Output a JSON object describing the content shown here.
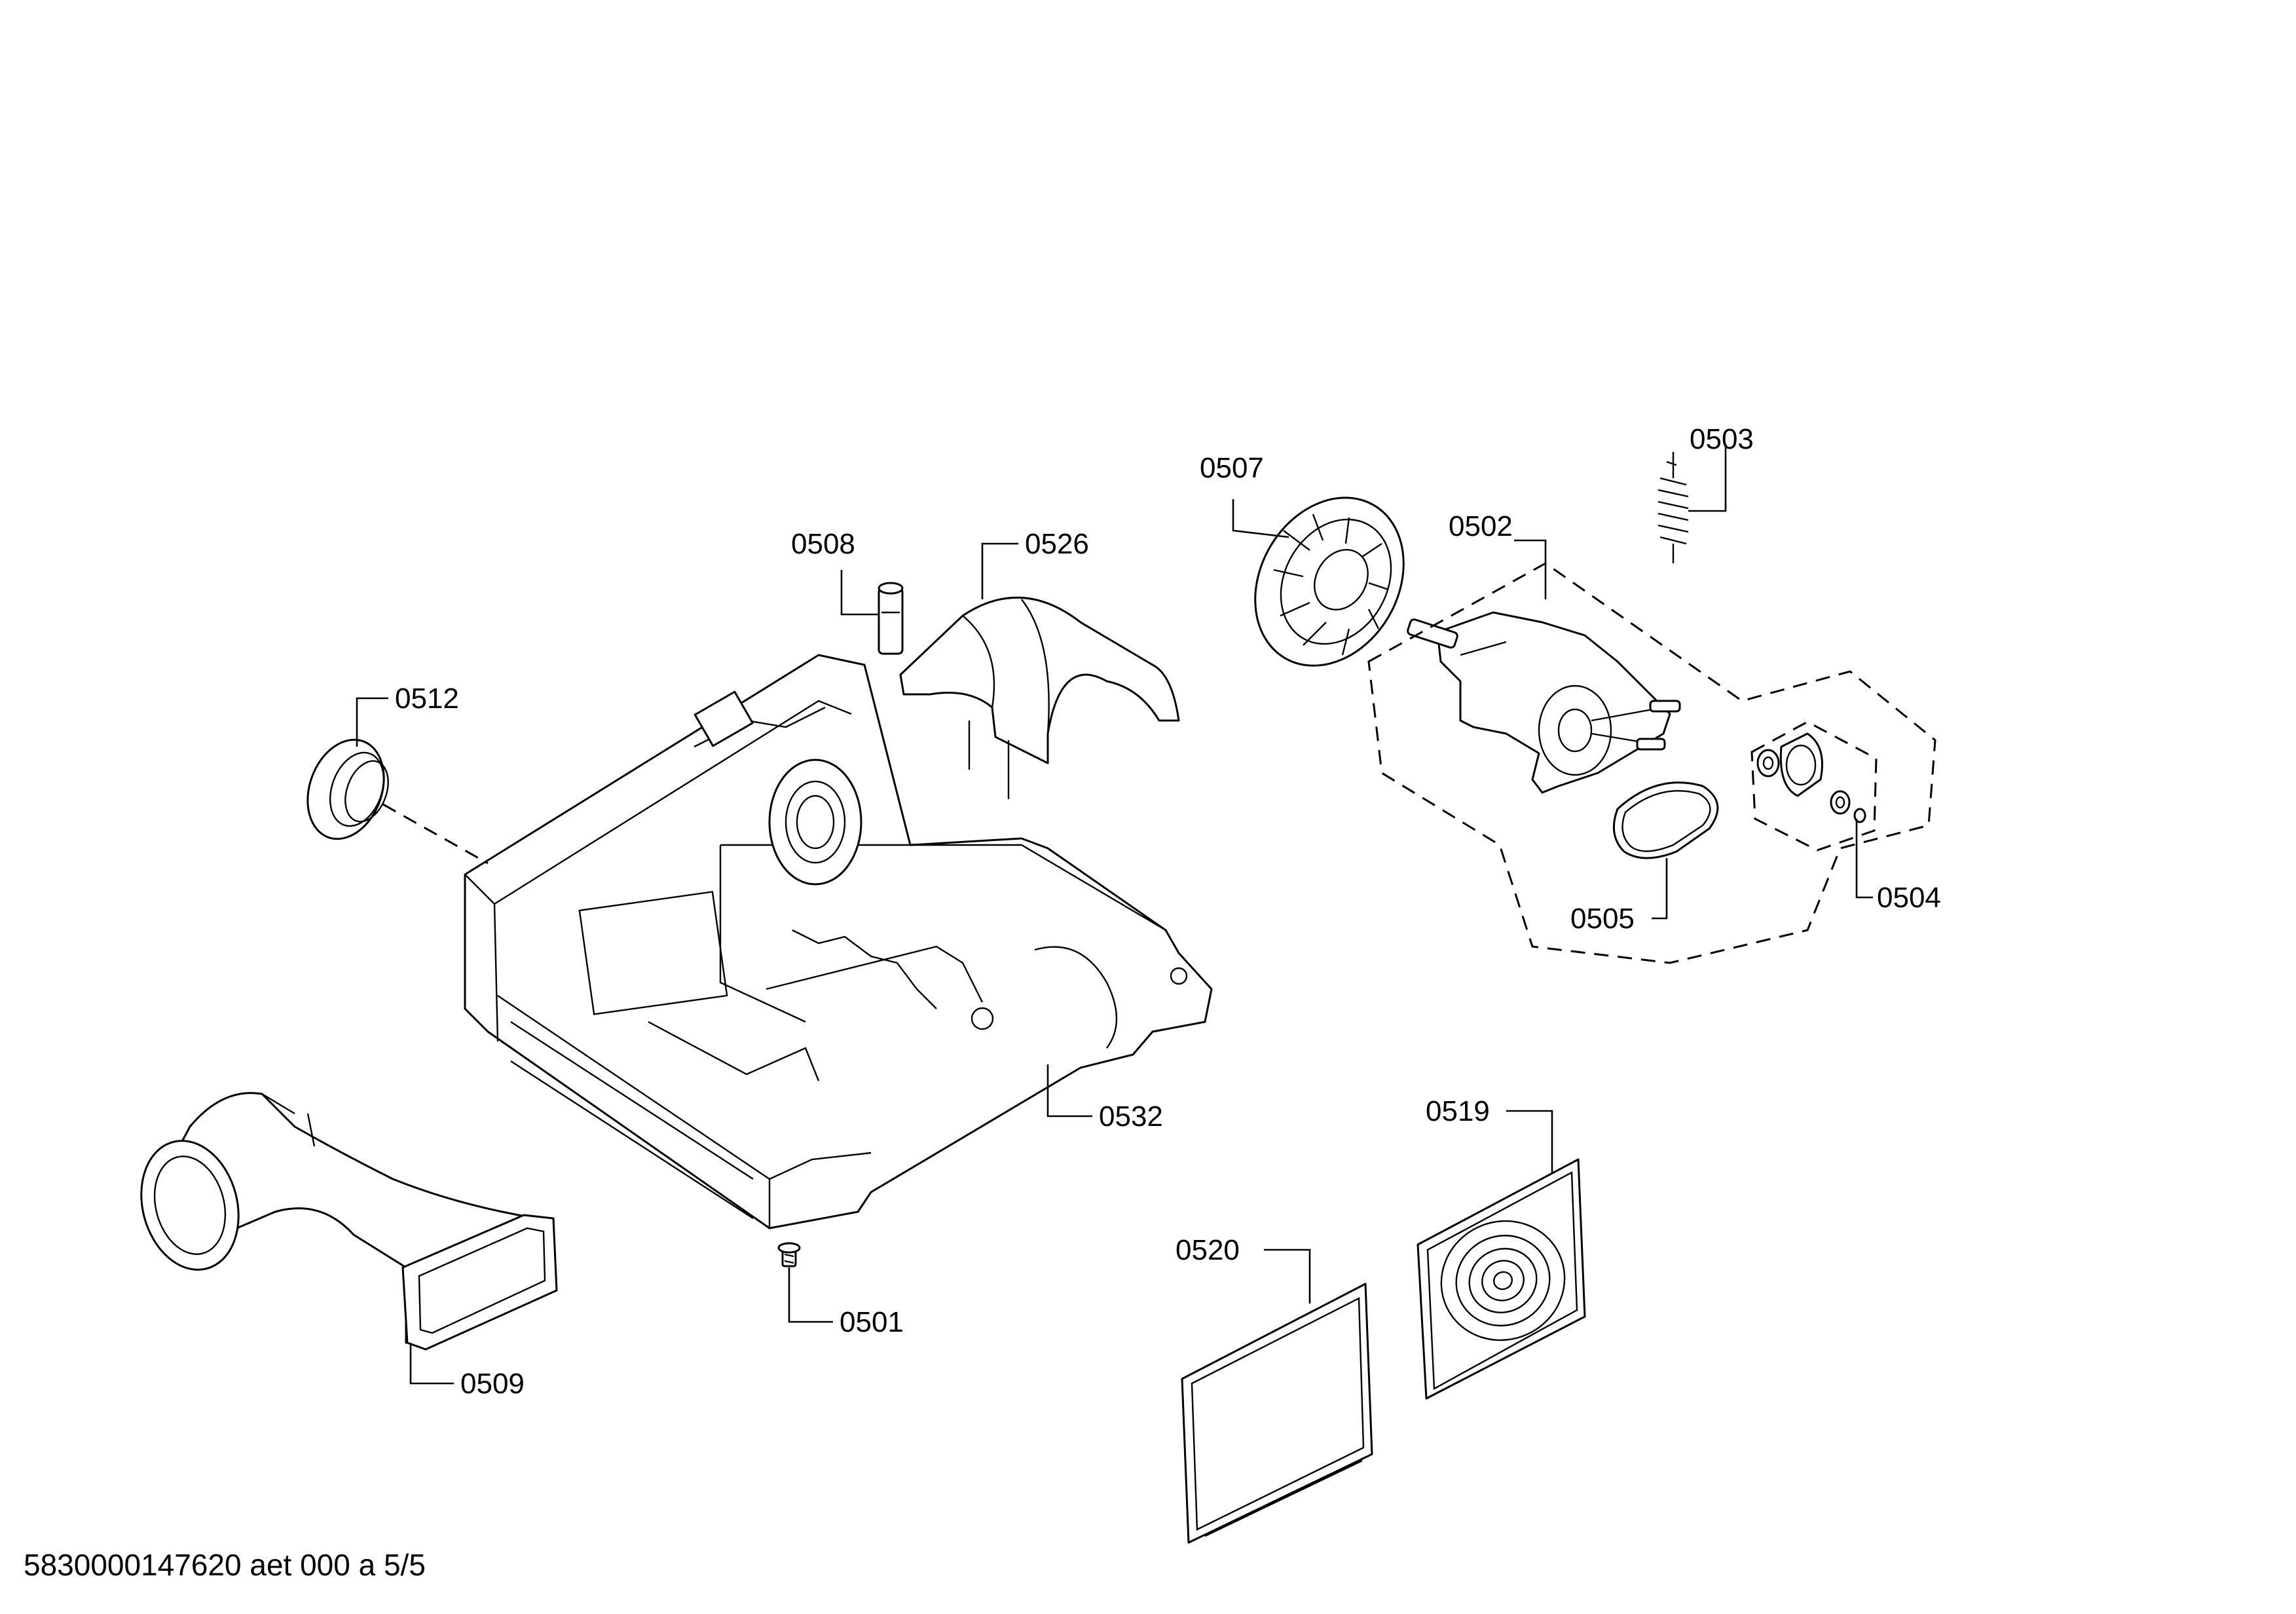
{
  "labels": {
    "p0501": "0501",
    "p0502": "0502",
    "p0503": "0503",
    "p0504": "0504",
    "p0505": "0505",
    "p0507": "0507",
    "p0508": "0508",
    "p0509": "0509",
    "p0512": "0512",
    "p0519": "0519",
    "p0520": "0520",
    "p0526": "0526",
    "p0532": "0532"
  },
  "footer": "5830000147620 aet 000 a 5/5"
}
